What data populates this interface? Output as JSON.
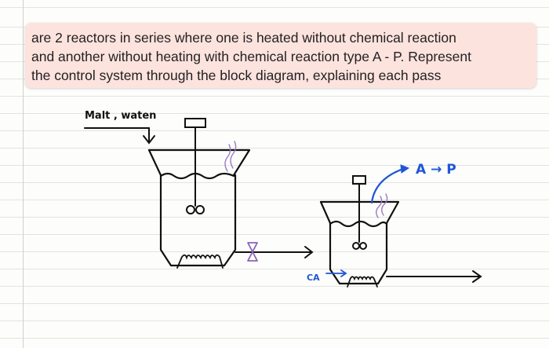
{
  "note": {
    "lines": [
      "are 2 reactors in series where one is heated without chemical reaction",
      "and another without heating with chemical reaction type A - P. Represent",
      "the control system through the block diagram, explaining each pass"
    ]
  },
  "sketch": {
    "feed_label": "Malt , waten",
    "reaction_label": "A → P",
    "concentration_label": "CA",
    "ink_color": "#101010",
    "accent_color": "#1e56d6",
    "valve_color": "#8c63b8",
    "vapor_color": "#9c7cc4"
  }
}
